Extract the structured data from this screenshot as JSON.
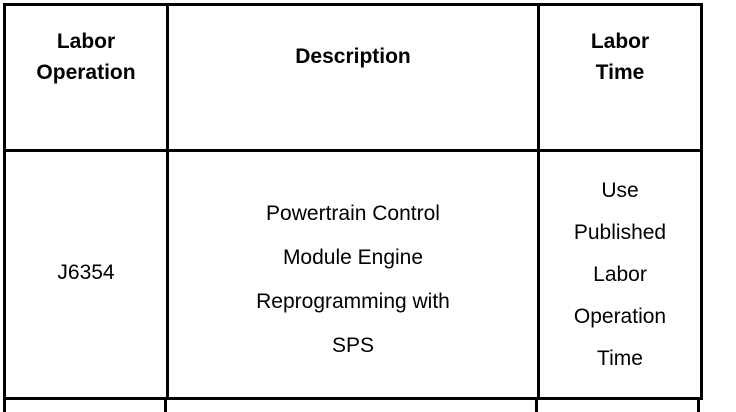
{
  "table": {
    "columns": [
      {
        "key": "labor_operation",
        "header_lines": [
          "Labor",
          "Operation"
        ]
      },
      {
        "key": "description",
        "header_lines": [
          "Description"
        ]
      },
      {
        "key": "labor_time",
        "header_lines": [
          "Labor",
          "Time"
        ]
      }
    ],
    "rows": [
      {
        "labor_operation": "J6354",
        "description_lines": [
          "Powertrain Control",
          "Module Engine",
          "Reprogramming with",
          "SPS"
        ],
        "labor_time_lines": [
          "Use",
          "Published",
          "Labor",
          "Operation",
          "Time"
        ]
      }
    ]
  },
  "style": {
    "border_color": "#000000",
    "background_color": "#ffffff",
    "text_color": "#000000"
  }
}
